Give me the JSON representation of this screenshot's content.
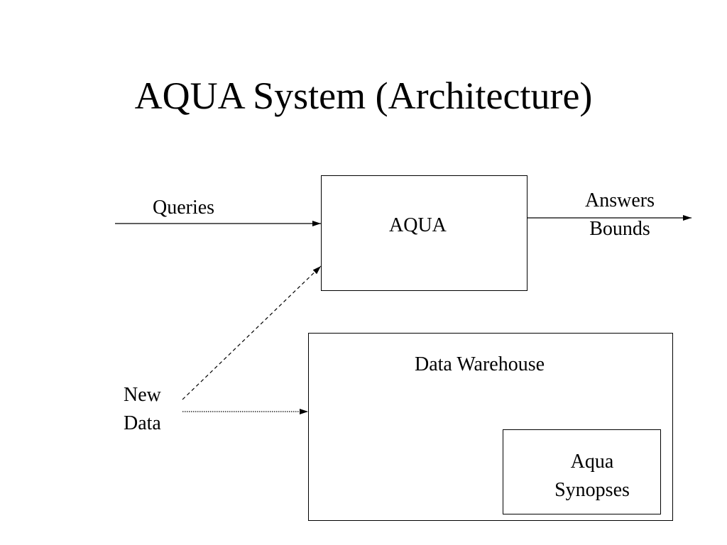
{
  "title": "AQUA System (Architecture)",
  "nodes": {
    "aqua": {
      "label": "AQUA"
    },
    "data_warehouse": {
      "label": "Data Warehouse"
    },
    "aqua_synopses": {
      "lines": [
        "Aqua",
        "Synopses"
      ]
    }
  },
  "edges": {
    "queries": {
      "label": "Queries"
    },
    "answers_bounds": {
      "lines": [
        "Answers",
        "Bounds"
      ]
    },
    "new_data": {
      "lines": [
        "New",
        "Data"
      ]
    }
  },
  "colors": {
    "ink": "#000000",
    "background": "#ffffff"
  }
}
